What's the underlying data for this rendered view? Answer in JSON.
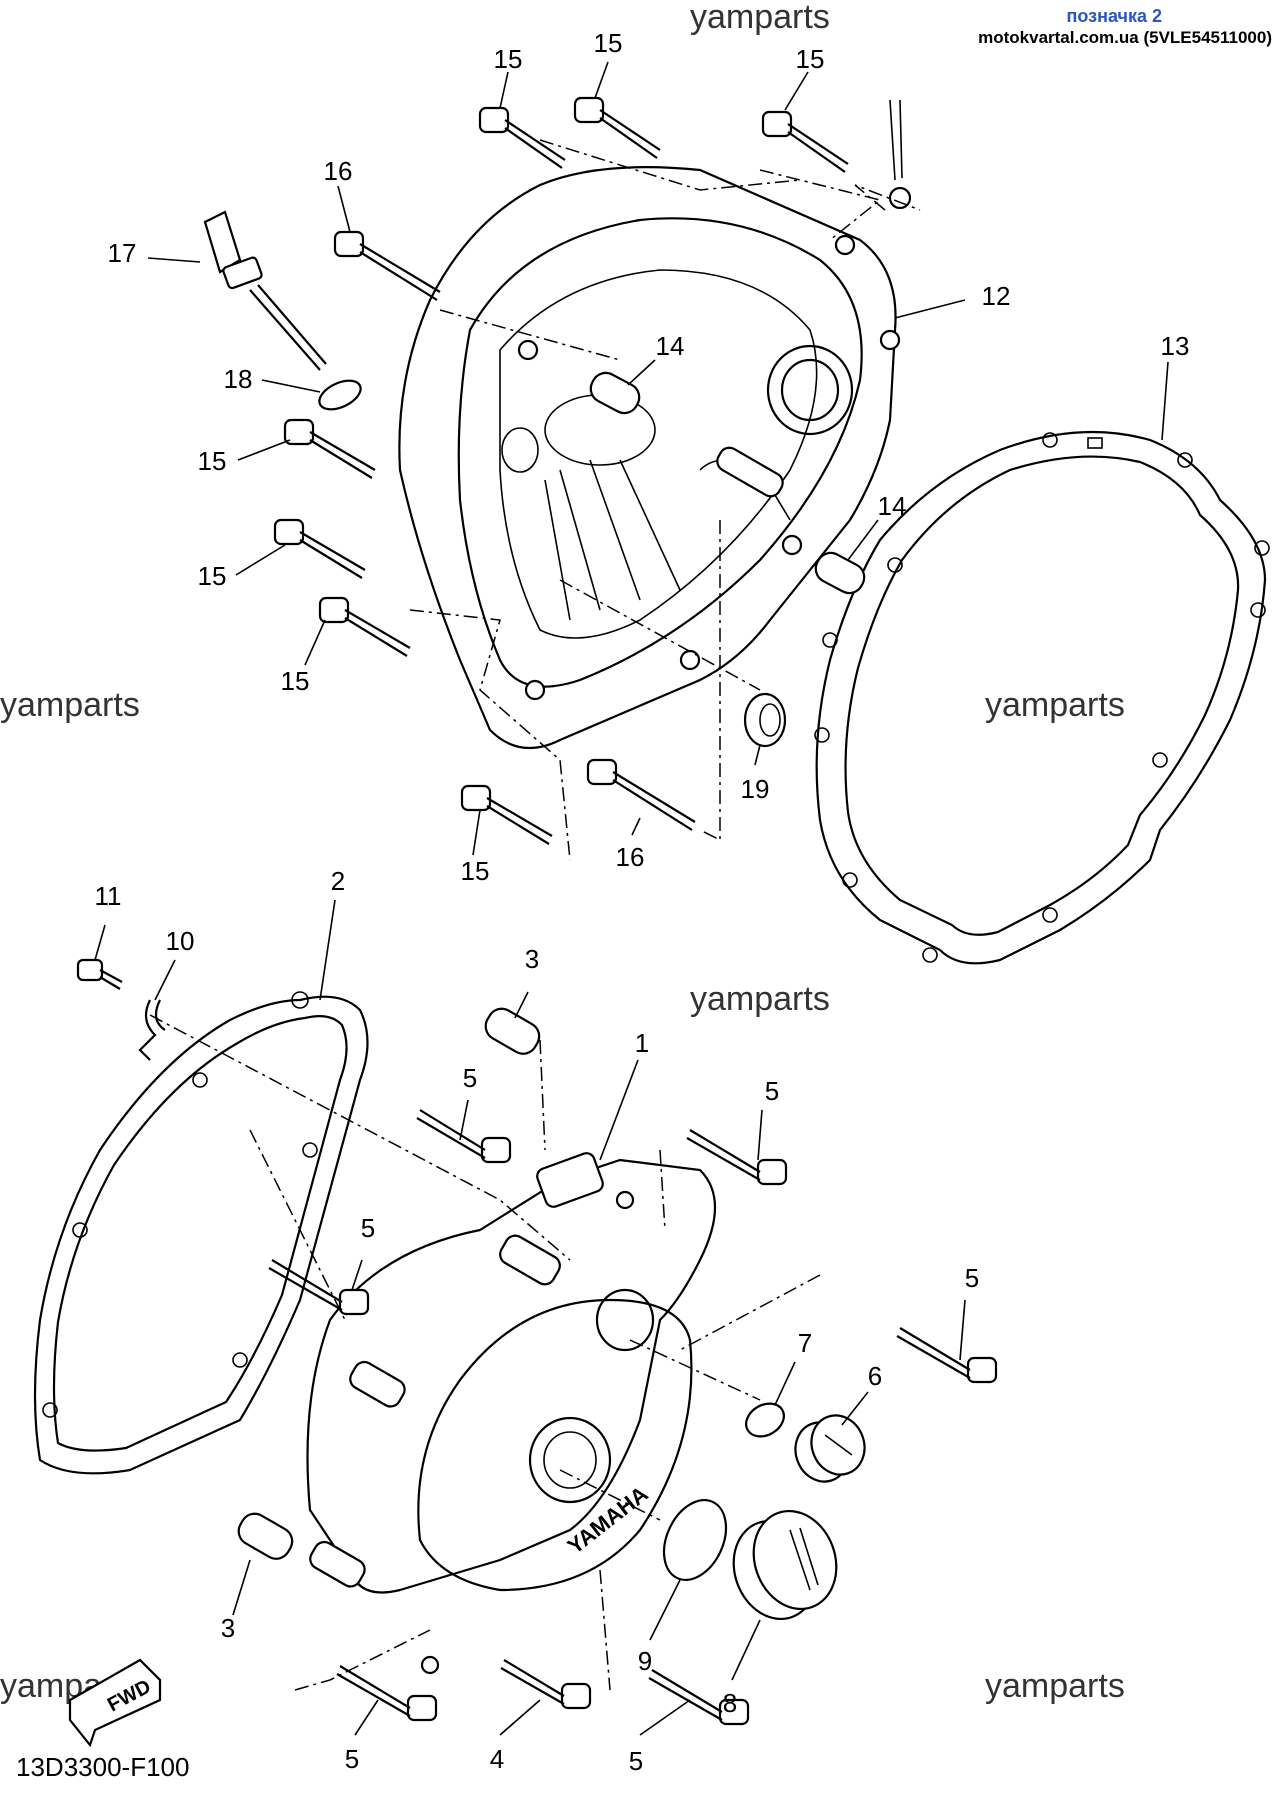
{
  "header": {
    "badge": "позначка 2",
    "reference": "motokvartal.com.ua (5VLE54511000)"
  },
  "diagram_code": "13D3300-F100",
  "watermark": "yamparts",
  "fwd_mark": "FWD",
  "brand_on_cover": "YAMAHA",
  "part_labels": {
    "p1": "1",
    "p2": "2",
    "p3a": "3",
    "p3b": "3",
    "p4": "4",
    "p5a": "5",
    "p5b": "5",
    "p5c": "5",
    "p5d": "5",
    "p5e": "5",
    "p5f": "5",
    "p6": "6",
    "p7": "7",
    "p8": "8",
    "p9": "9",
    "p10": "10",
    "p11": "11",
    "p12": "12",
    "p13": "13",
    "p14a": "14",
    "p14b": "14",
    "p15a": "15",
    "p15b": "15",
    "p15c": "15",
    "p15d": "15",
    "p15e": "15",
    "p15f": "15",
    "p15g": "15",
    "p16a": "16",
    "p16b": "16",
    "p17": "17",
    "p18": "18",
    "p19": "19"
  }
}
